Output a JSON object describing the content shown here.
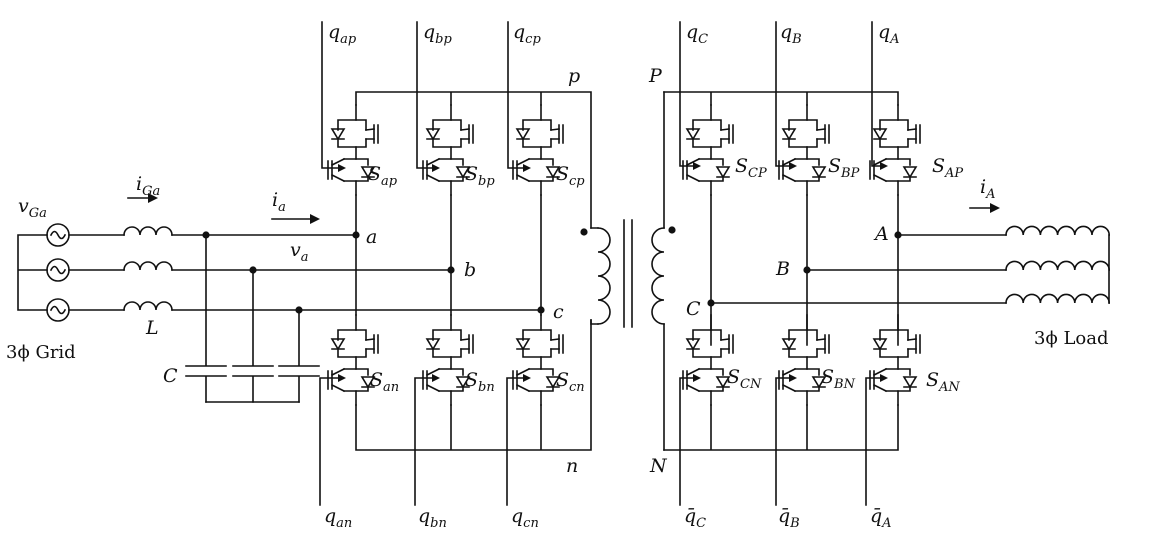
{
  "labels": {
    "vGa": [
      "v",
      "Ga"
    ],
    "iGa": [
      "i",
      "Ga"
    ],
    "ia": [
      "i",
      "a"
    ],
    "va": [
      "v",
      "a"
    ],
    "iA": [
      "i",
      "A"
    ],
    "L": [
      "L",
      ""
    ],
    "C": [
      "C",
      ""
    ],
    "a": [
      "a",
      ""
    ],
    "b": [
      "b",
      ""
    ],
    "c": [
      "c",
      ""
    ],
    "p": [
      "p",
      ""
    ],
    "n": [
      "n",
      ""
    ],
    "P": [
      "P",
      ""
    ],
    "N": [
      "N",
      ""
    ],
    "A": [
      "A",
      ""
    ],
    "B": [
      "B",
      ""
    ],
    "Cnode": [
      "C",
      ""
    ],
    "qap": [
      "q",
      "ap"
    ],
    "qbp": [
      "q",
      "bp"
    ],
    "qcp": [
      "q",
      "cp"
    ],
    "qan": [
      "q",
      "an"
    ],
    "qbn": [
      "q",
      "bn"
    ],
    "qcn": [
      "q",
      "cn"
    ],
    "qC": [
      "q",
      "C"
    ],
    "qB": [
      "q",
      "B"
    ],
    "qA": [
      "q",
      "A"
    ],
    "qCbar": [
      "q̄",
      "C"
    ],
    "qBbar": [
      "q̄",
      "B"
    ],
    "qAbar": [
      "q̄",
      "A"
    ],
    "Sap": [
      "S",
      "ap"
    ],
    "Sbp": [
      "S",
      "bp"
    ],
    "Scp": [
      "S",
      "cp"
    ],
    "San": [
      "S",
      "an"
    ],
    "Sbn": [
      "S",
      "bn"
    ],
    "Scn": [
      "S",
      "cn"
    ],
    "SCP": [
      "S",
      "CP"
    ],
    "SBP": [
      "S",
      "BP"
    ],
    "SAP": [
      "S",
      "AP"
    ],
    "SCN": [
      "S",
      "CN"
    ],
    "SBN": [
      "S",
      "BN"
    ],
    "SAN": [
      "S",
      "AN"
    ]
  },
  "text": {
    "grid": "3ϕ Grid",
    "load": "3ϕ Load"
  }
}
